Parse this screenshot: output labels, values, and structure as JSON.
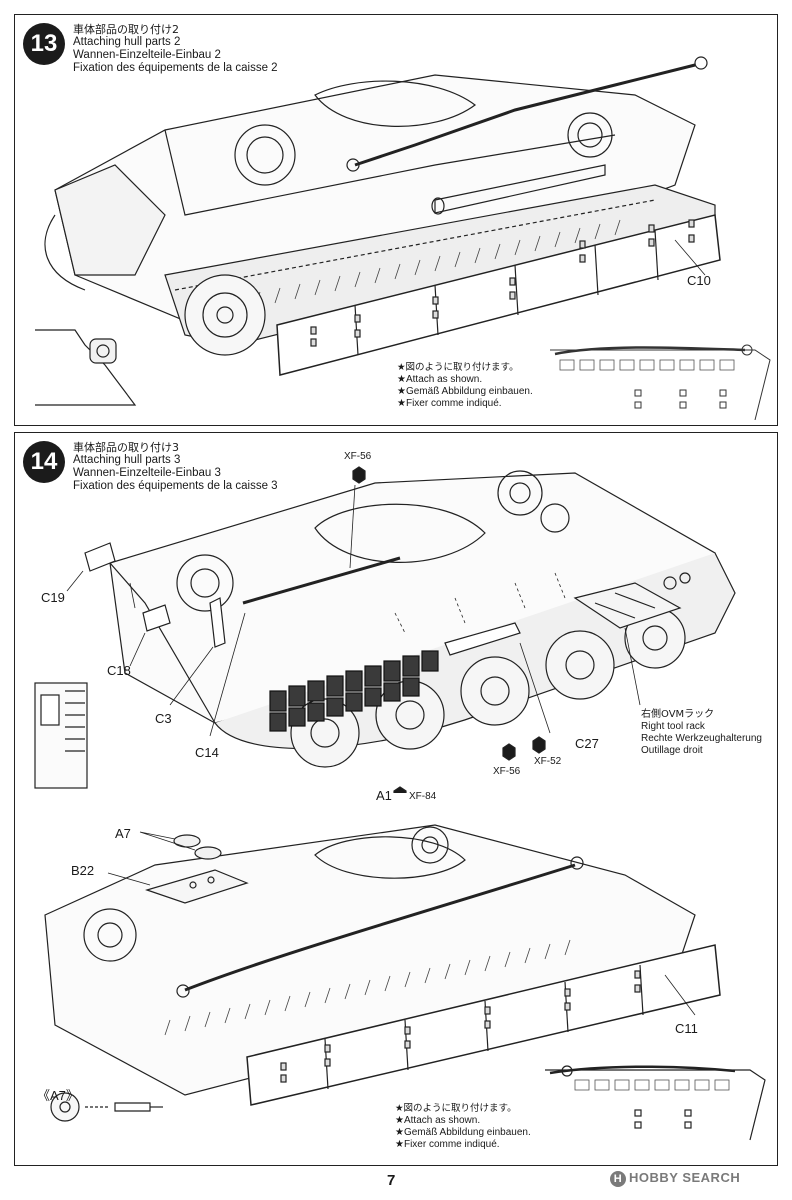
{
  "steps": [
    {
      "number": "13",
      "title_ja": "車体部品の取り付け2",
      "title_en": "Attaching hull parts 2",
      "title_de": "Wannen-Einzelteile-Einbau 2",
      "title_fr": "Fixation des équipements de la caisse 2",
      "part_labels": [
        "C10"
      ],
      "note": {
        "ja": "★図のように取り付けます。",
        "en": "★Attach as shown.",
        "de": "★Gemäß Abbildung einbauen.",
        "fr": "★Fixer comme indiqué."
      }
    },
    {
      "number": "14",
      "title_ja": "車体部品の取り付け3",
      "title_en": "Attaching hull parts 3",
      "title_de": "Wannen-Einzelteile-Einbau 3",
      "title_fr": "Fixation des équipements de la caisse 3",
      "part_labels": {
        "c19": "C19",
        "c18": "C18",
        "c3": "C3",
        "c14": "C14",
        "c27": "C27",
        "a1": "A1",
        "a7": "A7",
        "b22": "B22",
        "c11": "C11",
        "a7_detail": "《A7》"
      },
      "paint_labels": {
        "xf56_top": "XF-56",
        "xf56_bottom": "XF-56",
        "xf52": "XF-52",
        "xf84": "XF-84"
      },
      "rack_label": {
        "ja": "右側OVMラック",
        "en": "Right tool rack",
        "de": "Rechte Werkzeughalterung",
        "fr": "Outillage droit"
      },
      "note": {
        "ja": "★図のように取り付けます。",
        "en": "★Attach as shown.",
        "de": "★Gemäß Abbildung einbauen.",
        "fr": "★Fixer comme indiqué."
      }
    }
  ],
  "page_number": "7",
  "watermark": {
    "icon": "H",
    "text": "HOBBY SEARCH"
  },
  "colors": {
    "ink": "#1b1b1b",
    "watermark": "#7a7a7a",
    "track_dark": "#3a3a3a"
  }
}
